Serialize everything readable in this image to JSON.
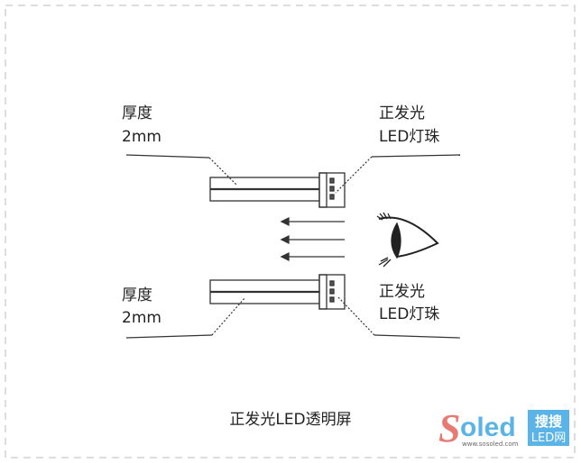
{
  "labels": {
    "top_left_line1": "厚度",
    "top_left_line2": "2mm",
    "top_right_line1": "正发光",
    "top_right_line2": "LED灯珠",
    "bottom_left_line1": "厚度",
    "bottom_left_line2": "2mm",
    "bottom_right_line1": "正发光",
    "bottom_right_line2": "LED灯珠"
  },
  "caption": "正发光LED透明屏",
  "watermark": {
    "brand": "Soled",
    "badge_line1": "搜搜",
    "badge_line2": "LED网",
    "url": "www.sosoled.com"
  },
  "colors": {
    "line": "#333333",
    "border": "#bbbbbb",
    "brand_red": "#e87a74",
    "brand_blue": "#5bb4e8"
  }
}
